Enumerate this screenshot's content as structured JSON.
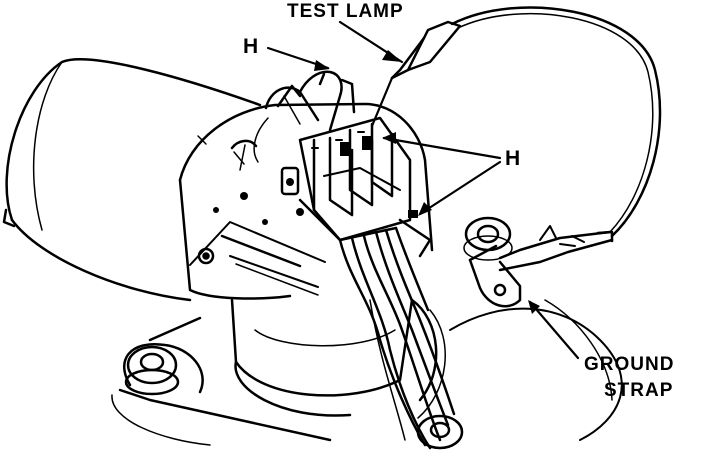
{
  "labels": {
    "test_lamp": "TEST LAMP",
    "h_top": "H",
    "h_right": "H",
    "ground_line1": "GROUND",
    "ground_line2": "STRAP"
  },
  "colors": {
    "ink": "#000000",
    "paper": "#ffffff"
  }
}
